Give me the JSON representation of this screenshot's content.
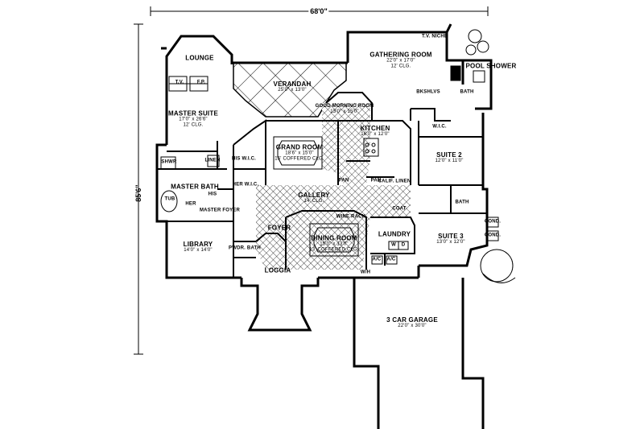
{
  "dimensions": {
    "width_label": "68'0\"",
    "depth_label": "85'6\""
  },
  "rooms": {
    "lounge": {
      "name": "LOUNGE"
    },
    "tv": {
      "name": "T.V."
    },
    "fp": {
      "name": "F.P."
    },
    "verandah": {
      "name": "VERANDAH",
      "size": "25'0\" x 13'0\""
    },
    "gathering": {
      "name": "GATHERING ROOM",
      "size": "22'0\" x 17'0\"",
      "ceiling": "12' CLG."
    },
    "tv_niche": {
      "name": "T.V. NICHE"
    },
    "pool_shower": {
      "name": "POOL SHOWER"
    },
    "bath_pool": {
      "name": "BATH"
    },
    "bkshlvs": {
      "name": "BKSHLVS"
    },
    "master_suite": {
      "name": "MASTER SUITE",
      "size": "17'0\" x 26'6\"",
      "ceiling": "12' CLG."
    },
    "good_morning": {
      "name": "GOOD MORNING ROOM",
      "size": "13'0\" x 15'0\""
    },
    "kitchen": {
      "name": "KITCHEN",
      "size": "16'0\" x 12'0\""
    },
    "grand_room": {
      "name": "GRAND ROOM",
      "size": "18'6\" x 15'0\"",
      "ceiling": "15' COFFERED CLG."
    },
    "his_wic": {
      "name": "HIS W.I.C."
    },
    "her_wic": {
      "name": "HER W.I.C."
    },
    "wic_suite2": {
      "name": "W.I.C."
    },
    "suite2": {
      "name": "SUITE 2",
      "size": "12'0\" x 11'0\""
    },
    "shwr": {
      "name": "SHWR"
    },
    "linen": {
      "name": "LINEN"
    },
    "master_bath": {
      "name": "MASTER BATH"
    },
    "tub": {
      "name": "TUB"
    },
    "his": {
      "name": "HIS"
    },
    "her": {
      "name": "HER"
    },
    "pan": {
      "name": "PAN"
    },
    "pan2": {
      "name": "PAN"
    },
    "calif_linen": {
      "name": "CALIF. LINEN"
    },
    "gallery": {
      "name": "GALLERY",
      "size": "14' CLG."
    },
    "bath_suite": {
      "name": "BATH"
    },
    "master_foyer": {
      "name": "MASTER FOYER"
    },
    "wine_rack": {
      "name": "WINE RACK"
    },
    "coat": {
      "name": "COAT"
    },
    "foyer": {
      "name": "FOYER"
    },
    "dining": {
      "name": "DINING ROOM",
      "size": "15'0\" x 13'0\"",
      "ceiling": "13' COFFERED CLG."
    },
    "laundry": {
      "name": "LAUNDRY"
    },
    "wd": {
      "w": "W",
      "d": "D"
    },
    "suite3": {
      "name": "SUITE 3",
      "size": "13'0\" x 12'0\""
    },
    "cond1": {
      "name": "COND."
    },
    "cond2": {
      "name": "COND."
    },
    "library": {
      "name": "LIBRARY",
      "size": "14'0\" x 14'0\""
    },
    "pwdr_bath": {
      "name": "PWDR. BATH"
    },
    "loggia": {
      "name": "LOGGIA"
    },
    "ac1": {
      "name": "A/C"
    },
    "ac2": {
      "name": "A/C"
    },
    "wh": {
      "name": "W/H"
    },
    "garage": {
      "name": "3 CAR GARAGE",
      "size": "22'0\" x 30'0\""
    }
  }
}
